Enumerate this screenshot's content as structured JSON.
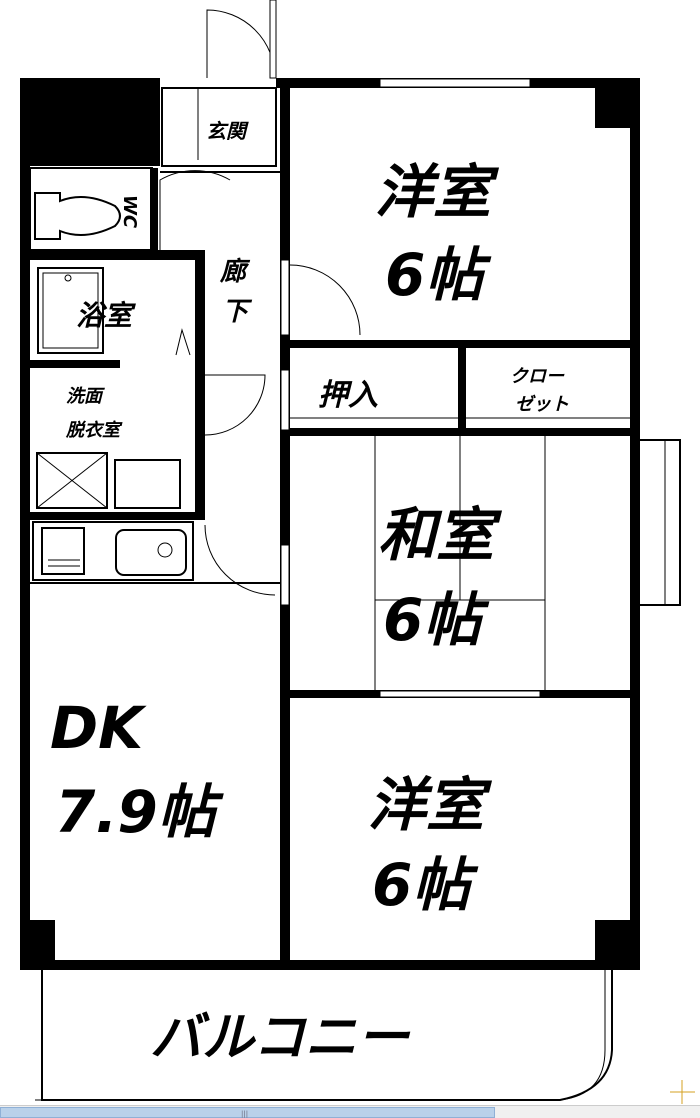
{
  "rooms": {
    "entrance": "玄関",
    "toilet": "WC",
    "corridor_1": "廊",
    "corridor_2": "下",
    "bath": "浴室",
    "washroom_1": "洗面",
    "washroom_2": "脱衣室",
    "dk_1": "DK",
    "dk_2": "7.9帖",
    "western1_1": "洋室",
    "western1_2": "6帖",
    "oshiire": "押入",
    "closet_1": "クロー",
    "closet_2": "ゼット",
    "japanese_1": "和室",
    "japanese_2": "6帖",
    "western2_1": "洋室",
    "western2_2": "6帖",
    "balcony": "バルコニー"
  },
  "colors": {
    "wall": "#000000",
    "scroll_thumb": "#b9d1ea",
    "marker": "#d4a020"
  }
}
